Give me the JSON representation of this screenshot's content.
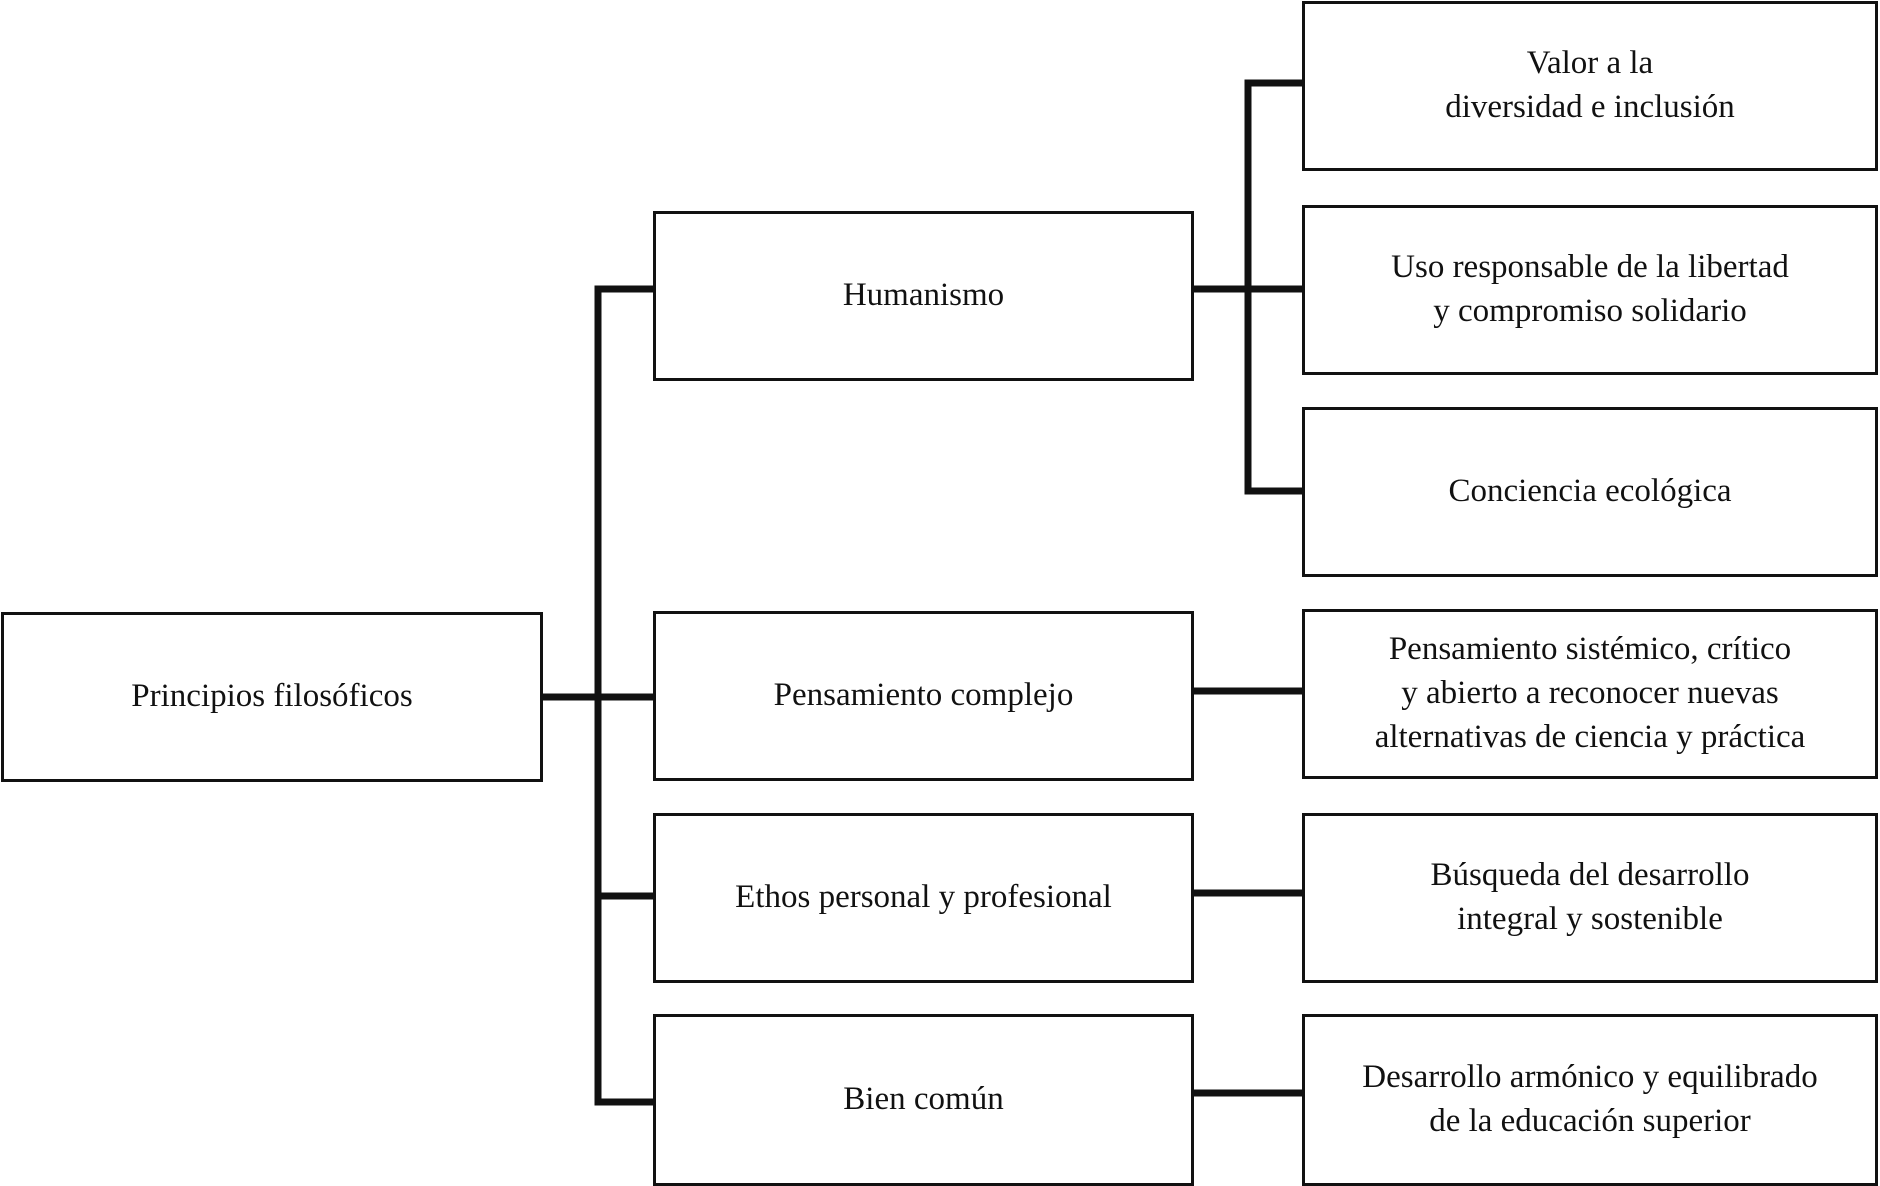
{
  "diagram": {
    "root": "Principios filosóficos",
    "branches": [
      {
        "label": "Humanismo",
        "children": [
          "Valor a la\ndiversidad e inclusión",
          "Uso responsable de la libertad\ny compromiso solidario",
          "Conciencia ecológica"
        ]
      },
      {
        "label": "Pensamiento complejo",
        "children": [
          "Pensamiento sistémico, crítico\ny abierto a reconocer nuevas\nalternativas de ciencia y práctica"
        ]
      },
      {
        "label": "Ethos personal y profesional",
        "children": [
          "Búsqueda del desarrollo\nintegral y sostenible"
        ]
      },
      {
        "label": "Bien común",
        "children": [
          "Desarrollo armónico y equilibrado\nde la educación superior"
        ]
      }
    ]
  }
}
